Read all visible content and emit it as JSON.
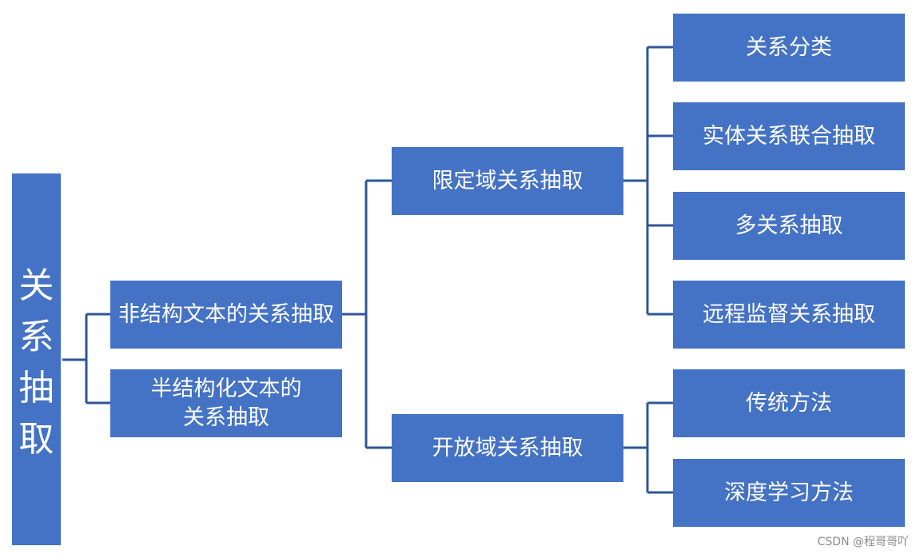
{
  "diagram": {
    "root": {
      "label": "关\n系\n抽\n取"
    },
    "level1": [
      {
        "label": "非结构文本的关系抽取"
      },
      {
        "label": "半结构化文本的\n关系抽取"
      }
    ],
    "level2": [
      {
        "label": "限定域关系抽取"
      },
      {
        "label": "开放域关系抽取"
      }
    ],
    "level3": [
      {
        "label": "关系分类"
      },
      {
        "label": "实体关系联合抽取"
      },
      {
        "label": "多关系抽取"
      },
      {
        "label": "远程监督关系抽取"
      },
      {
        "label": "传统方法"
      },
      {
        "label": "深度学习方法"
      }
    ],
    "colors": {
      "box_fill": "#4472c4",
      "box_text": "#ffffff",
      "connector": "#2f5597"
    }
  },
  "watermark": "CSDN @程哥哥吖"
}
